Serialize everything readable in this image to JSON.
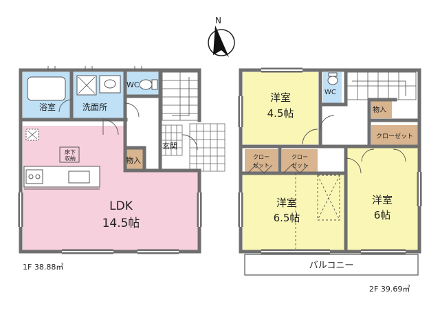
{
  "compass": {
    "north": "N"
  },
  "floor1": {
    "area": "1F 38.88㎡",
    "bath": "浴室",
    "washroom": "洗面所",
    "wc": "WC",
    "entrance": "玄関",
    "storage": "物入",
    "underfloor_line1": "床下",
    "underfloor_line2": "収納",
    "ldk_name": "LDK",
    "ldk_size": "14.5帖"
  },
  "floor2": {
    "area": "2F 39.69㎡",
    "room_a_name": "洋室",
    "room_a_size": "4.5帖",
    "room_b_name": "洋室",
    "room_b_size": "6.5帖",
    "room_c_name": "洋室",
    "room_c_size": "6帖",
    "wc": "WC",
    "storage": "物入",
    "closet": "クローゼット",
    "closet_a_line1": "クロー",
    "closet_a_line2": "ゼット",
    "closet_b_line1": "クロー",
    "closet_b_line2": "ゼット",
    "balcony": "バルコニー"
  },
  "colors": {
    "ldk": "#f6d0dc",
    "bedroom": "#faf7b6",
    "wet_area": "#bfe0f5",
    "storage": "#d8b48f",
    "wall": "#6f6f6f"
  }
}
